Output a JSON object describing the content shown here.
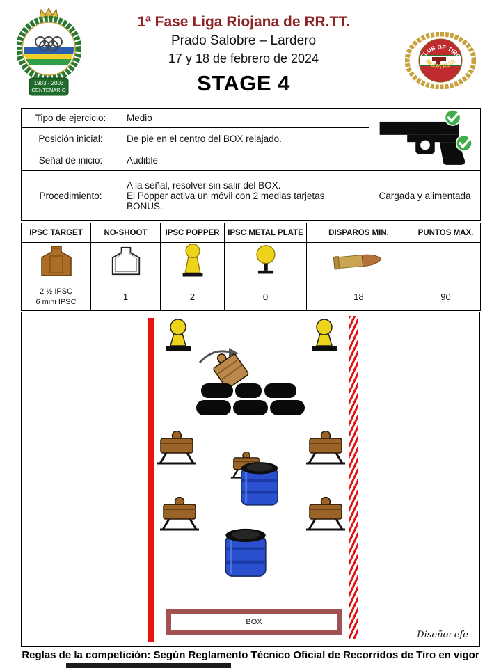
{
  "header": {
    "title": "1ª Fase Liga Riojana de RR.TT.",
    "venue": "Prado Salobre – Lardero",
    "date": "17 y 18 de febrero de 2024",
    "stage": "STAGE 4"
  },
  "logos": {
    "left": {
      "line1": "1903 - 2003",
      "line2": "CENTENARIO"
    },
    "right": {
      "top": "CLUB DE TIRO",
      "bottom": "RIOJA ALTA"
    }
  },
  "info_table": {
    "rows": [
      {
        "label": "Tipo de ejercicio:",
        "value": "Medio"
      },
      {
        "label": "Posición inicial:",
        "value": "De pie en el centro del BOX relajado."
      },
      {
        "label": "Señal de inicio:",
        "value": "Audible"
      },
      {
        "label": "Procedimiento:",
        "value": "A la señal, resolver sin salir del BOX.\nEl Popper activa un móvil con 2 medias tarjetas\nBONUS."
      }
    ],
    "gun_caption": "Cargada y alimentada"
  },
  "targets_table": {
    "headers": [
      "IPSC TARGET",
      "NO-SHOOT",
      "IPSC POPPER",
      "IPSC METAL PLATE",
      "DISPAROS MIN.",
      "PUNTOS MAX."
    ],
    "values": [
      "2 ½ IPSC\n6 mini IPSC",
      "1",
      "2",
      "0",
      "18",
      "90"
    ]
  },
  "diagram": {
    "box_label": "BOX",
    "credit": "Diseño: efe"
  },
  "footer": "Reglas de la competición: Según Reglamento Técnico Oficial de Recorridos de Tiro en vigor",
  "icons": {
    "ipsc_target": "ipsc-target-icon",
    "no_shoot": "no-shoot-target-icon",
    "popper": "popper-icon",
    "metal_plate": "metal-plate-icon",
    "cartridge": "bullet-cartridge-icon",
    "pistol": "pistol-icon",
    "check": "green-check-icon",
    "mover_arrow": "mover-arrow-icon"
  },
  "colors": {
    "title_red": "#8e2326",
    "fault_line_red": "#ee1111",
    "popper_yellow": "#eed31b",
    "target_brown": "#9a6428",
    "barrel_blue": "#2a50cf",
    "box_border": "#a05252",
    "check_green": "#3fae49"
  }
}
